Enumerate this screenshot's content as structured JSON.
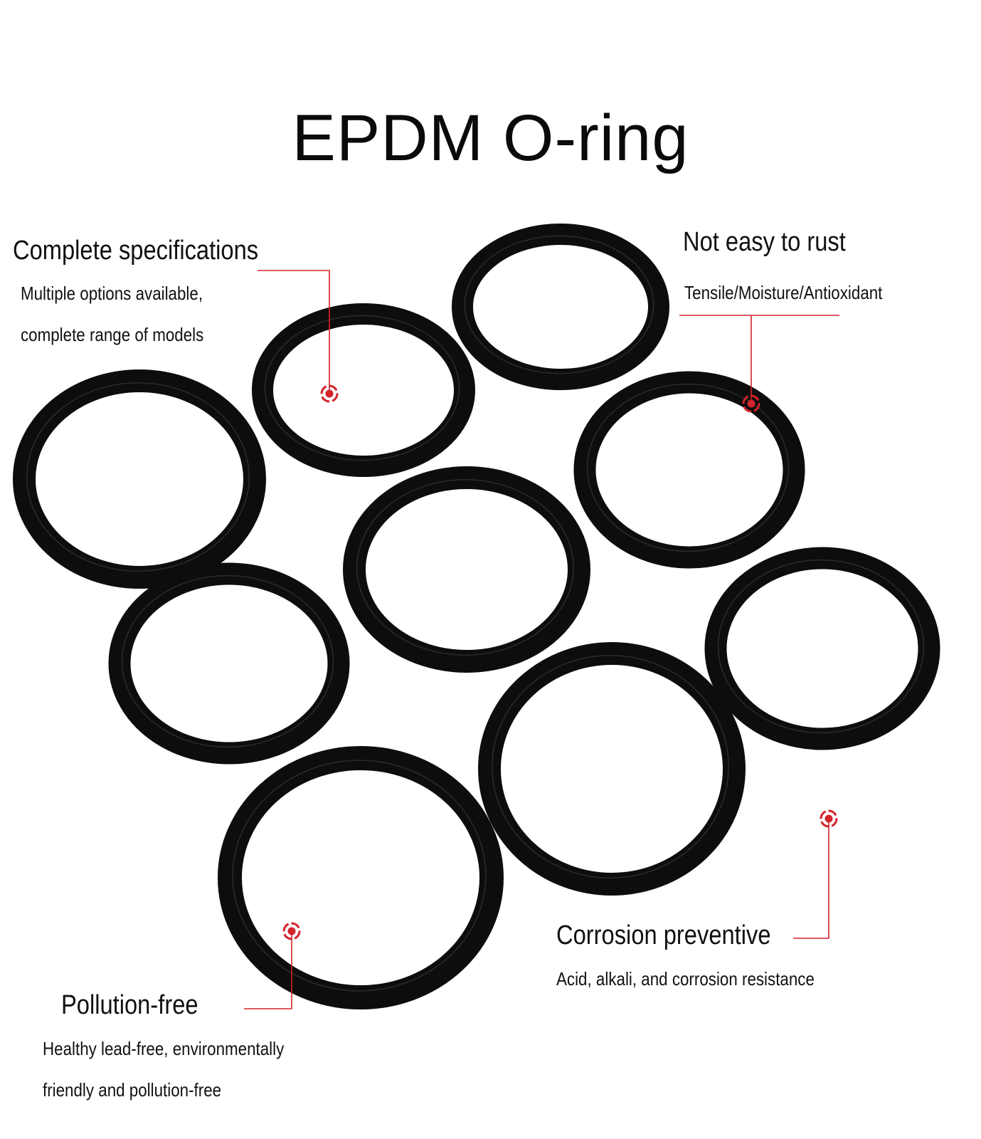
{
  "title": "EPDM O-ring",
  "colors": {
    "ring": "#0d0d0d",
    "accent": "#d3232b",
    "text": "#111111"
  },
  "features": [
    {
      "id": "complete-specifications",
      "title": "Complete specifications",
      "lines": [
        "Multiple options available,",
        "complete range of models"
      ]
    },
    {
      "id": "not-easy-to-rust",
      "title": "Not easy to rust",
      "lines": [
        "Tensile/Moisture/Antioxidant"
      ]
    },
    {
      "id": "corrosion-preventive",
      "title": "Corrosion preventive",
      "lines": [
        "Acid, alkali, and corrosion resistance"
      ]
    },
    {
      "id": "pollution-free",
      "title": "Pollution-free",
      "lines": [
        "Healthy lead-free, environmentally",
        "friendly and pollution-free"
      ]
    }
  ]
}
